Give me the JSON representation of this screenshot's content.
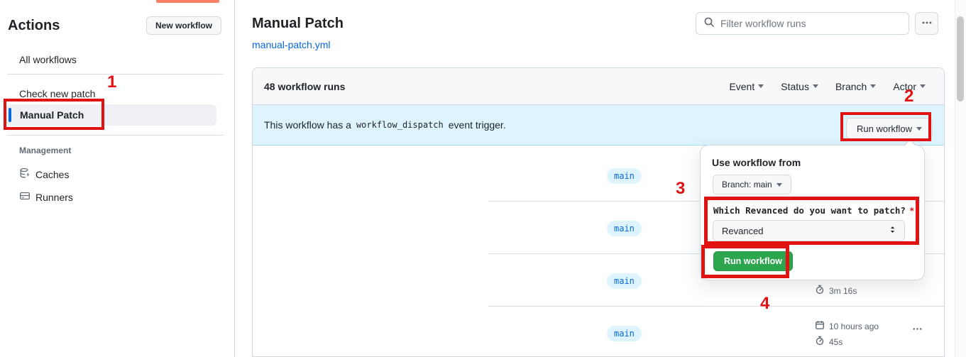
{
  "colors": {
    "accent_blue": "#0969da",
    "banner_blue": "#ddf4ff",
    "button_green": "#2da44e",
    "annotation_red": "#e01212",
    "tab_indicator_orange": "#f78166"
  },
  "annotations": {
    "steps": [
      "1",
      "2",
      "3",
      "4"
    ]
  },
  "sidebar": {
    "title": "Actions",
    "new_workflow_label": "New workflow",
    "items": [
      {
        "label": "All workflows"
      },
      {
        "label": "Check new patch"
      },
      {
        "label": "Manual Patch"
      }
    ],
    "management_label": "Management",
    "management_items": [
      {
        "label": "Caches"
      },
      {
        "label": "Runners"
      }
    ]
  },
  "header": {
    "title": "Manual Patch",
    "workflow_file": "manual-patch.yml",
    "search_placeholder": "Filter workflow runs"
  },
  "table": {
    "runs_count": "48 workflow runs",
    "filters": [
      {
        "label": "Event"
      },
      {
        "label": "Status"
      },
      {
        "label": "Branch"
      },
      {
        "label": "Actor"
      }
    ],
    "banner": {
      "text_before": "This workflow has a",
      "code": "workflow_dispatch",
      "text_after": "event trigger.",
      "run_button": "Run workflow"
    },
    "rows": [
      {
        "branch": "main"
      },
      {
        "branch": "main"
      },
      {
        "branch": "main",
        "duration": "3m 16s"
      },
      {
        "branch": "main",
        "date": "10 hours ago",
        "duration": "45s"
      }
    ]
  },
  "run_panel": {
    "heading": "Use workflow from",
    "branch_selector": "Branch: main",
    "input_label": "Which Revanced do you want to patch?",
    "required": "*",
    "input_value": "Revanced",
    "submit": "Run workflow"
  }
}
